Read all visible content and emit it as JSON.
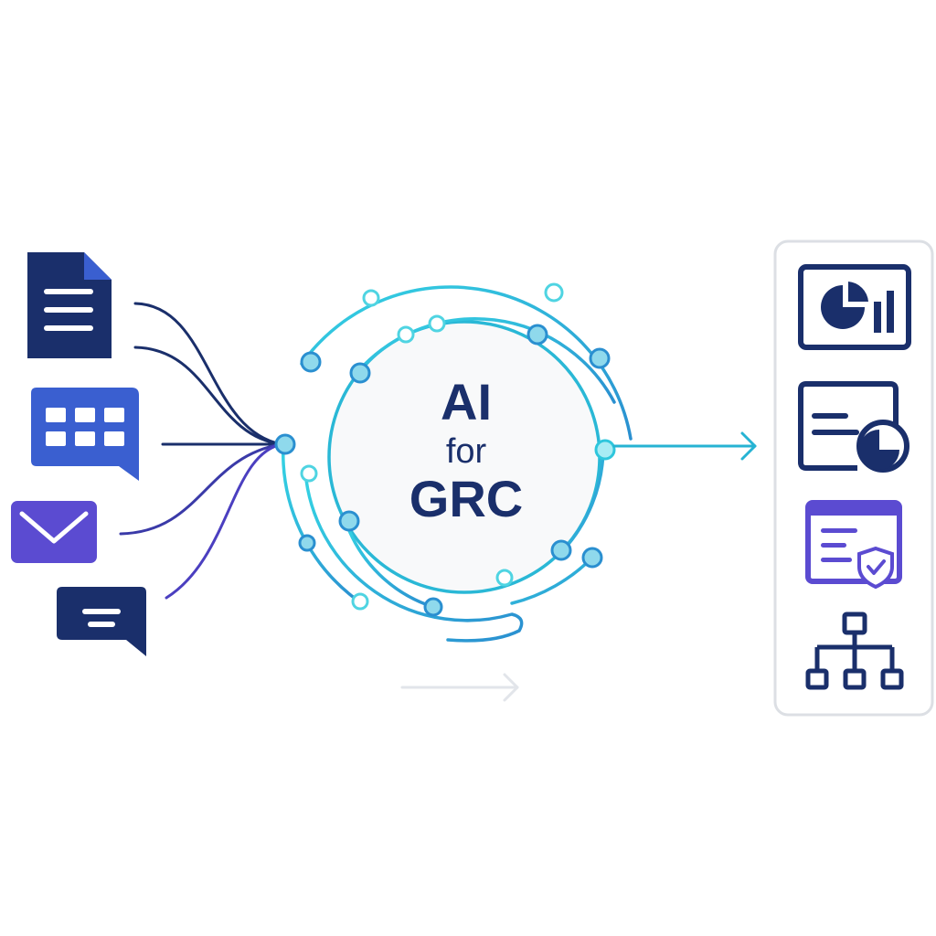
{
  "hub": {
    "line1": "AI",
    "line2": "for",
    "line3": "GRC"
  },
  "colors": {
    "navy": "#1a2f6b",
    "royal_blue": "#3a5fd0",
    "violet": "#5b4bd1",
    "cyan": "#2ec6dc",
    "teal": "#26b3d3",
    "panel_border": "#dcdfe4",
    "faint_arrow": "#e2e5ea"
  },
  "inputs": [
    {
      "icon": "document-icon"
    },
    {
      "icon": "spreadsheet-chat-icon"
    },
    {
      "icon": "email-icon"
    },
    {
      "icon": "message-bubble-icon"
    }
  ],
  "outputs": [
    {
      "icon": "dashboard-chart-icon"
    },
    {
      "icon": "report-pie-icon"
    },
    {
      "icon": "compliance-shield-icon"
    },
    {
      "icon": "org-hierarchy-icon"
    }
  ]
}
